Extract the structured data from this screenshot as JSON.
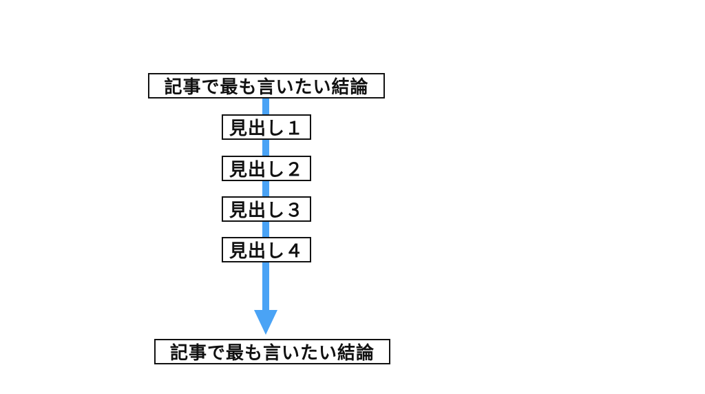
{
  "diagram": {
    "top_conclusion": "記事で最も言いたい結論",
    "headings": [
      "見出し１",
      "見出し２",
      "見出し３",
      "見出し４"
    ],
    "bottom_conclusion": "記事で最も言いたい結論",
    "arrow_color": "#4aa3f5"
  }
}
